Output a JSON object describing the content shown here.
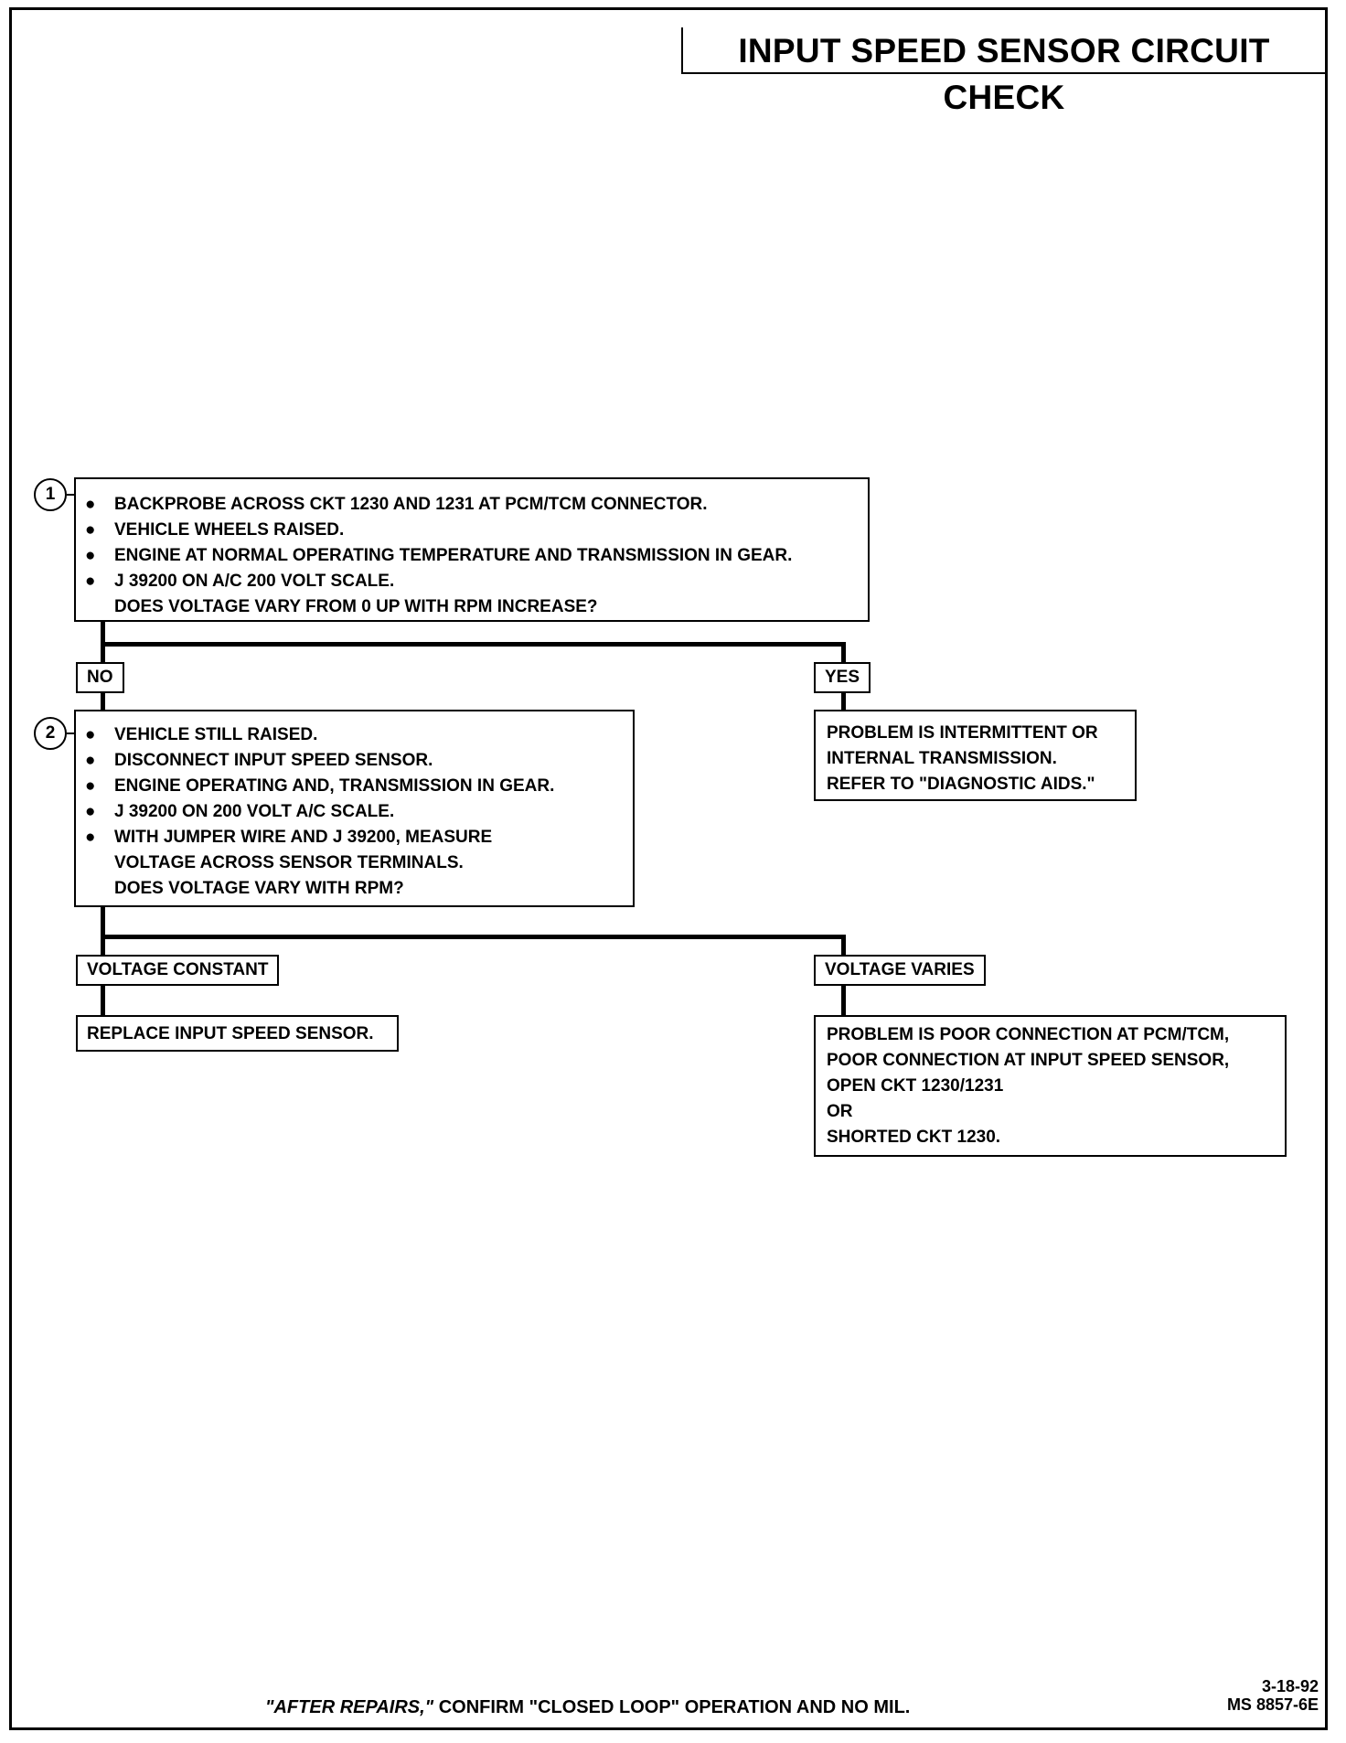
{
  "title": "INPUT SPEED SENSOR CIRCUIT CHECK",
  "step1": {
    "number": "1",
    "bullet": "●",
    "items": [
      "BACKPROBE ACROSS CKT 1230 AND 1231 AT PCM/TCM CONNECTOR.",
      "VEHICLE WHEELS RAISED.",
      "ENGINE AT NORMAL OPERATING TEMPERATURE AND TRANSMISSION IN GEAR.",
      "J 39200 ON A/C 200 VOLT SCALE."
    ],
    "question": "DOES VOLTAGE VARY FROM 0 UP WITH RPM INCREASE?"
  },
  "branch1": {
    "no_label": "NO",
    "yes_label": "YES"
  },
  "yes_result": {
    "lines": [
      "PROBLEM IS INTERMITTENT OR",
      "INTERNAL TRANSMISSION.",
      "REFER TO \"DIAGNOSTIC AIDS.\""
    ]
  },
  "step2": {
    "number": "2",
    "bullet": "●",
    "items": [
      "VEHICLE STILL RAISED.",
      "DISCONNECT INPUT SPEED SENSOR.",
      "ENGINE OPERATING AND, TRANSMISSION IN GEAR.",
      "J 39200 ON 200 VOLT A/C SCALE.",
      "WITH JUMPER WIRE AND J 39200, MEASURE"
    ],
    "continuation": "VOLTAGE ACROSS SENSOR TERMINALS.",
    "question": "DOES VOLTAGE VARY WITH RPM?"
  },
  "branch2": {
    "constant_label": "VOLTAGE CONSTANT",
    "varies_label": "VOLTAGE VARIES"
  },
  "constant_result": "REPLACE INPUT SPEED SENSOR.",
  "varies_result": {
    "lines": [
      "PROBLEM IS POOR CONNECTION AT PCM/TCM,",
      "POOR CONNECTION AT INPUT SPEED SENSOR,",
      "OPEN CKT 1230/1231",
      "OR",
      "SHORTED CKT 1230."
    ]
  },
  "footer": {
    "after_repairs": "\"AFTER REPAIRS,\"",
    "rest": " CONFIRM \"CLOSED LOOP\" OPERATION AND NO MIL.",
    "date": "3-18-92",
    "doc_number": "MS 8857-6E"
  }
}
